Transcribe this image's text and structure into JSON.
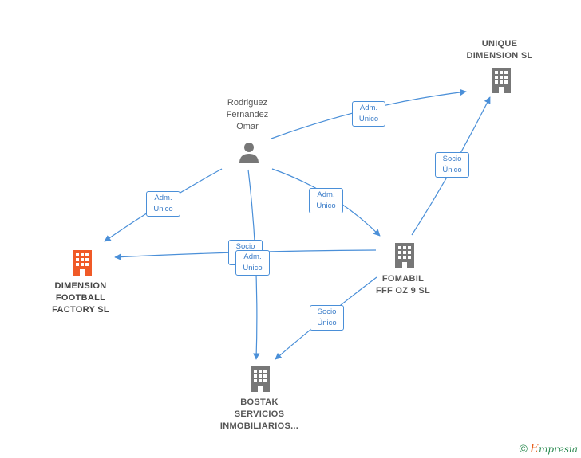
{
  "nodes": {
    "person": {
      "label": "Rodriguez\nFernandez\nOmar",
      "type": "person"
    },
    "unique": {
      "label": "UNIQUE\nDIMENSION  SL",
      "type": "company"
    },
    "dimension": {
      "label": "DIMENSION\nFOOTBALL\nFACTORY  SL",
      "type": "company",
      "highlight": true
    },
    "fomabil": {
      "label": "FOMABIL\nFFF OZ 9 SL",
      "type": "company"
    },
    "bostak": {
      "label": "BOSTAK\nSERVICIOS\nINMOBILIARIOS...",
      "type": "company"
    }
  },
  "edges": [
    {
      "from": "person",
      "to": "unique",
      "label": "Adm.\nUnico"
    },
    {
      "from": "person",
      "to": "dimension",
      "label": "Adm.\nUnico"
    },
    {
      "from": "person",
      "to": "fomabil",
      "label": "Adm.\nUnico"
    },
    {
      "from": "person",
      "to": "bostak",
      "label": "Adm.\nUnico"
    },
    {
      "from": "fomabil",
      "to": "unique",
      "label": "Socio\nÚnico"
    },
    {
      "from": "fomabil",
      "to": "dimension",
      "label": "Socio\nÚnico"
    },
    {
      "from": "fomabil",
      "to": "bostak",
      "label": "Socio\nÚnico"
    }
  ],
  "colors": {
    "edge": "#4a8fd8",
    "company_icon": "#777777",
    "highlight_icon": "#f05a28",
    "person_icon": "#777777"
  },
  "footer": {
    "copyright": "©",
    "brand_initial": "E",
    "brand_rest": "mpresia"
  }
}
